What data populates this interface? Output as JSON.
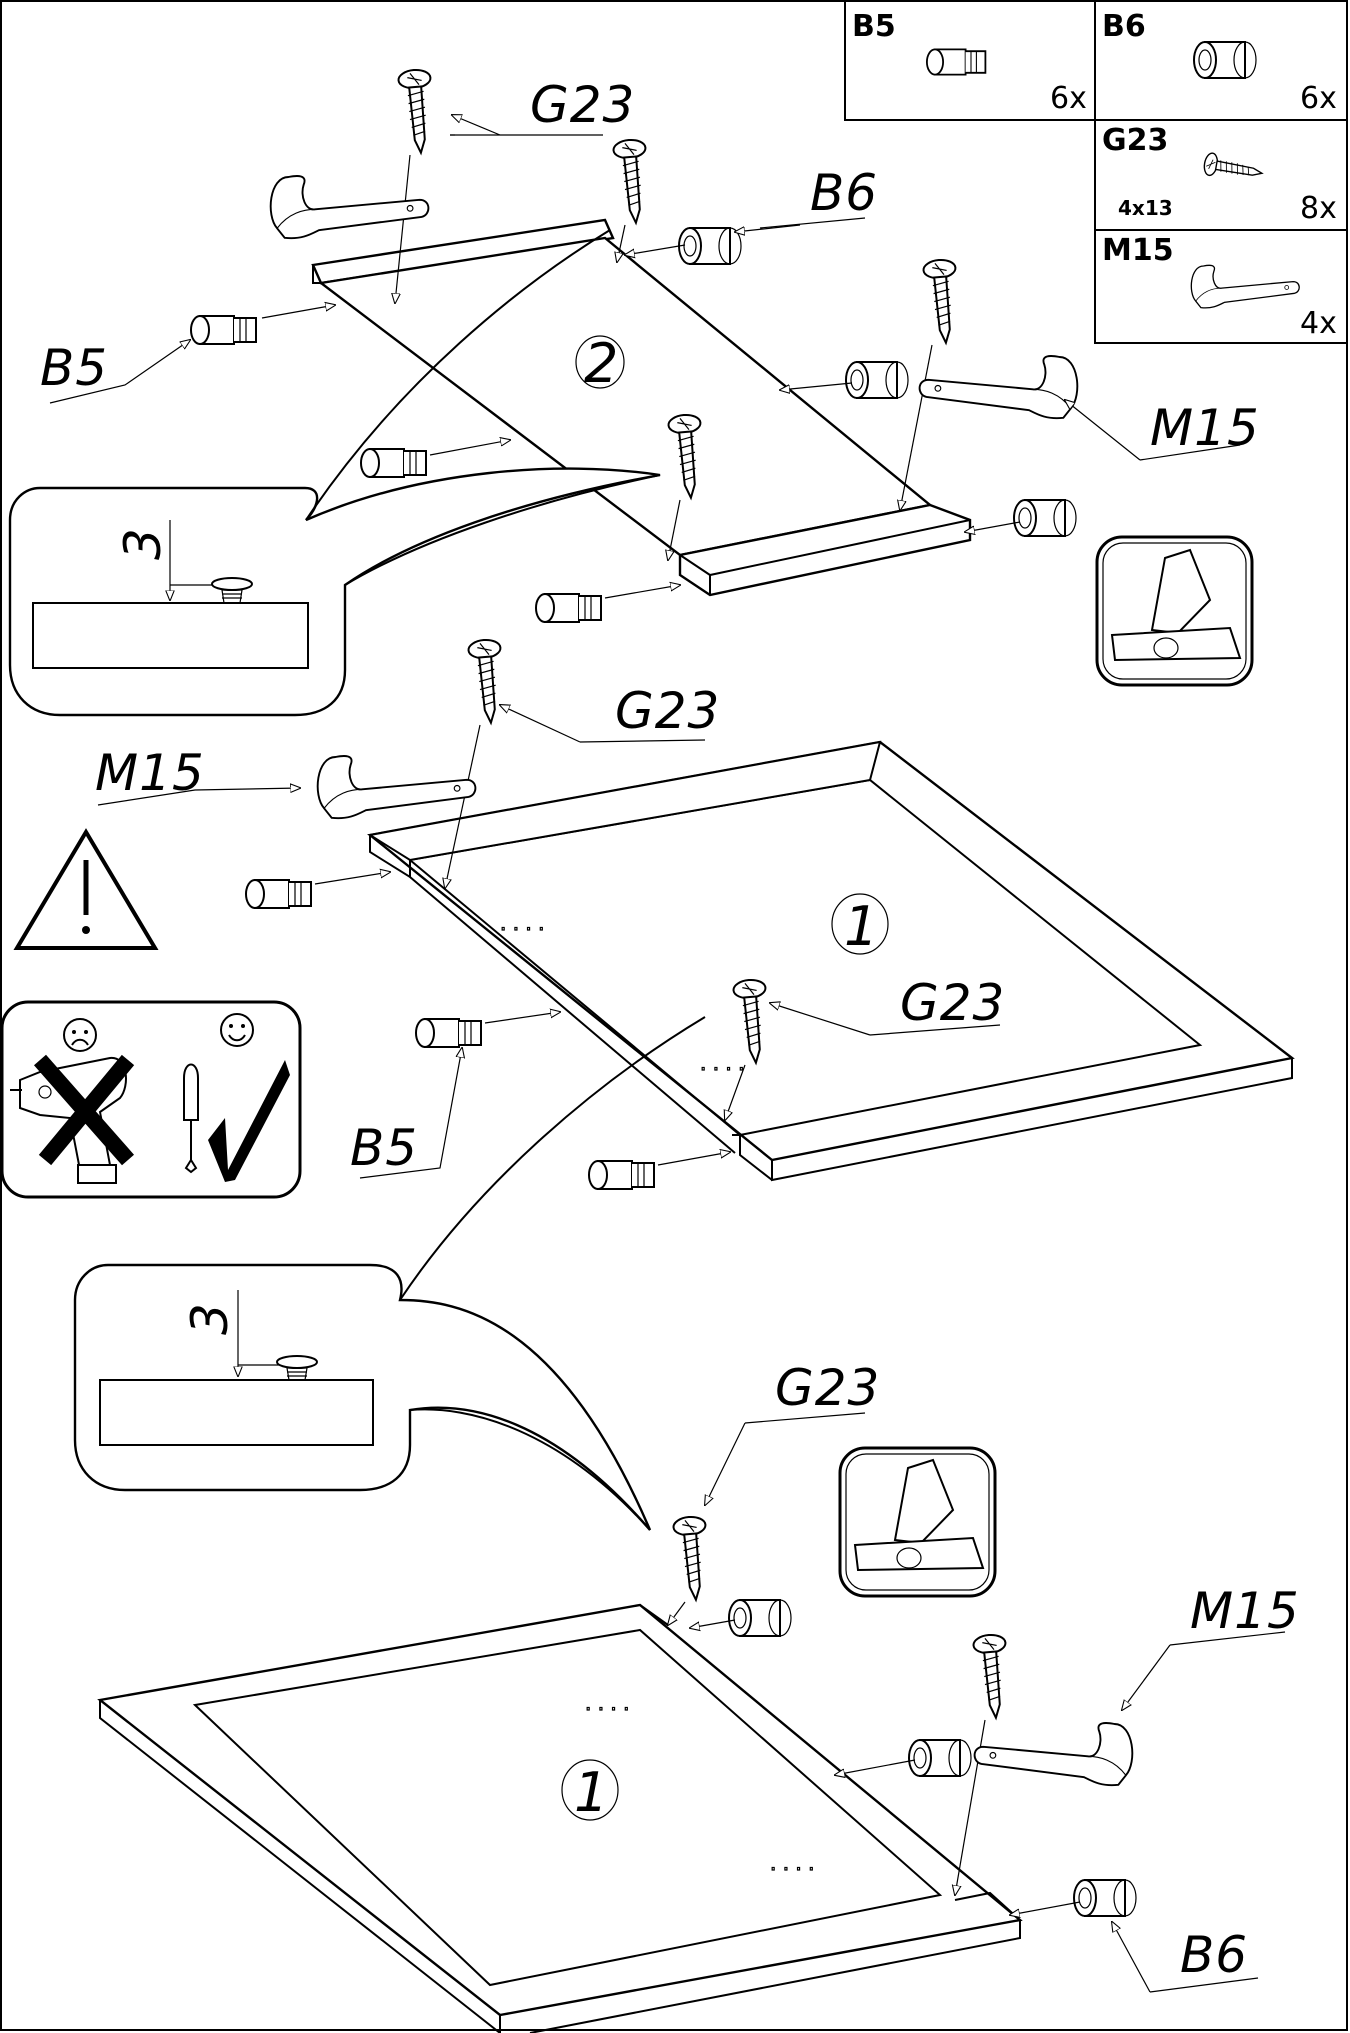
{
  "parts_table": [
    {
      "code": "B5",
      "qty": "6x"
    },
    {
      "code": "B6",
      "qty": "6x"
    },
    {
      "code": "G23",
      "size": "4x13",
      "qty": "8x"
    },
    {
      "code": "M15",
      "qty": "4x"
    }
  ],
  "callouts": {
    "g23_a": "G23",
    "b6_a": "B6",
    "b5_a": "B5",
    "m15_a": "M15",
    "g23_b": "G23",
    "m15_b": "M15",
    "g23_c": "G23",
    "b5_b": "B5",
    "g23_d": "G23",
    "m15_c": "M15",
    "b6_b": "B6"
  },
  "panel_numbers": {
    "top": "2",
    "middle": "1",
    "bottom": "1"
  },
  "detail_depth": {
    "top": "3",
    "bottom": "3"
  },
  "icons": [
    "warning-icon",
    "hammer-icon",
    "no-power-drill-icon",
    "screwdriver-ok-icon",
    "sad-face-icon",
    "happy-face-icon"
  ]
}
